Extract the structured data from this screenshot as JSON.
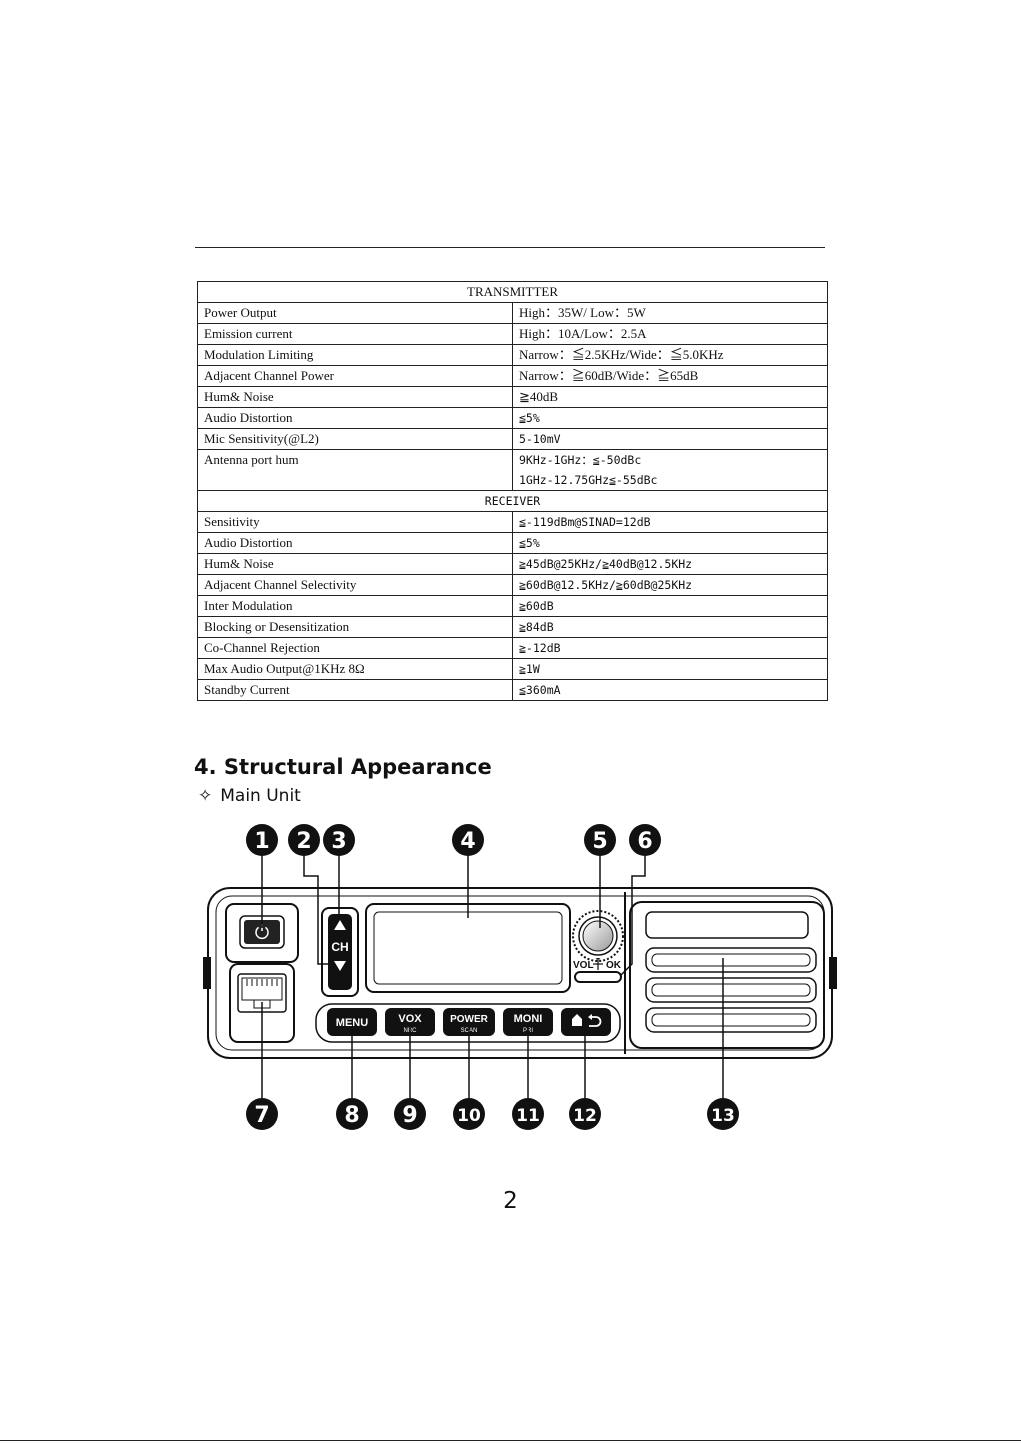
{
  "transmitter": {
    "title": "TRANSMITTER",
    "rows": [
      {
        "label": "Power Output",
        "value": [
          "High：35W/ Low：5W"
        ],
        "mono": false
      },
      {
        "label": "Emission current",
        "value": [
          "High：10A/Low：2.5A"
        ],
        "mono": false
      },
      {
        "label": "Modulation Limiting",
        "value": [
          "Narrow：≦2.5KHz/Wide：≦5.0KHz"
        ],
        "mono": false
      },
      {
        "label": "Adjacent Channel Power",
        "value": [
          "Narrow：≧60dB/Wide：≧65dB"
        ],
        "mono": false
      },
      {
        "label": "Hum& Noise",
        "value": [
          "≧40dB"
        ],
        "mono": false
      },
      {
        "label": "Audio Distortion",
        "value": [
          "≦5%"
        ],
        "mono": true
      },
      {
        "label": "Mic Sensitivity(@L2)",
        "value": [
          "5-10mV"
        ],
        "mono": true
      },
      {
        "label": "Antenna port hum",
        "value": [
          "9KHz-1GHz：≦-50dBc",
          "1GHz-12.75GHz≦-55dBc"
        ],
        "mono": true
      }
    ]
  },
  "receiver": {
    "title": "RECEIVER",
    "rows": [
      {
        "label": "Sensitivity",
        "value": [
          "≦-119dBm@SINAD=12dB"
        ],
        "mono": true
      },
      {
        "label": "Audio Distortion",
        "value": [
          "≦5%"
        ],
        "mono": true
      },
      {
        "label": "Hum& Noise",
        "value": [
          "≧45dB@25KHz/≧40dB@12.5KHz"
        ],
        "mono": true
      },
      {
        "label": "Adjacent Channel Selectivity",
        "value": [
          "≧60dB@12.5KHz/≧60dB@25KHz"
        ],
        "mono": true
      },
      {
        "label": "Inter Modulation",
        "value": [
          "≧60dB"
        ],
        "mono": true
      },
      {
        "label": "Blocking or Desensitization",
        "value": [
          "≧84dB"
        ],
        "mono": true
      },
      {
        "label": "Co-Channel Rejection",
        "value": [
          "≧-12dB"
        ],
        "mono": true
      },
      {
        "label": "Max Audio Output@1KHz 8Ω",
        "value": [
          "≧1W"
        ],
        "mono": true
      },
      {
        "label": "Standby Current",
        "value": [
          "≦360mA"
        ],
        "mono": true
      }
    ]
  },
  "section": {
    "heading": "4. Structural Appearance",
    "subheading": "Main Unit",
    "bullet_icon": "four-point-star-icon"
  },
  "device": {
    "callouts": [
      "1",
      "2",
      "3",
      "4",
      "5",
      "6",
      "7",
      "8",
      "9",
      "10",
      "11",
      "12",
      "13"
    ],
    "ch_label": "CH",
    "vol_label": "VOL",
    "ok_label": "OK",
    "buttons": [
      {
        "main": "MENU",
        "sub": ""
      },
      {
        "main": "VOX",
        "sub": "NRC"
      },
      {
        "main": "POWER",
        "sub": "SCAN"
      },
      {
        "main": "MONI",
        "sub": "PRI"
      }
    ]
  },
  "page_number": "2"
}
